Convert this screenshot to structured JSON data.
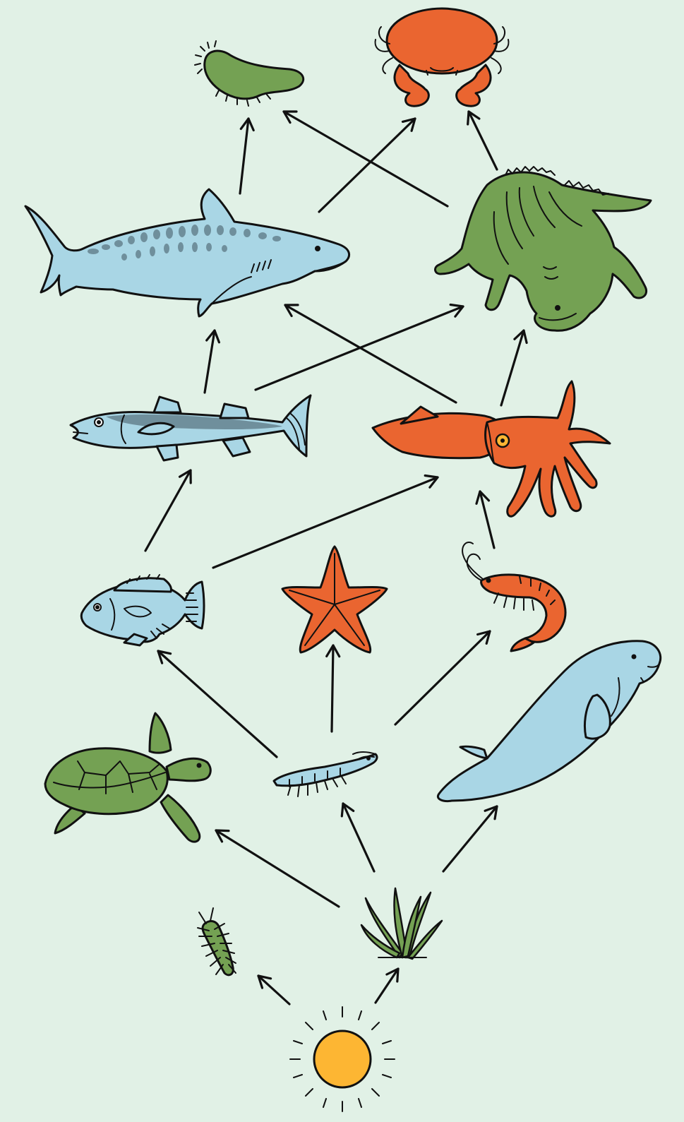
{
  "colors": {
    "background": "#e1f1e6",
    "green": "#74a153",
    "orange": "#ea6530",
    "blue": "#a9d6e5",
    "sun": "#fdb633",
    "ink": "#111111"
  },
  "organisms": [
    {
      "id": "sea-cucumber",
      "icon": "sea-cucumber-icon",
      "color": "green"
    },
    {
      "id": "crab",
      "icon": "crab-icon",
      "color": "orange"
    },
    {
      "id": "shark",
      "icon": "shark-icon",
      "color": "blue"
    },
    {
      "id": "alligator",
      "icon": "alligator-icon",
      "color": "green"
    },
    {
      "id": "barracuda",
      "icon": "barracuda-icon",
      "color": "blue"
    },
    {
      "id": "squid",
      "icon": "squid-icon",
      "color": "orange"
    },
    {
      "id": "small-fish",
      "icon": "small-fish-icon",
      "color": "blue"
    },
    {
      "id": "starfish",
      "icon": "starfish-icon",
      "color": "orange"
    },
    {
      "id": "shrimp",
      "icon": "shrimp-icon",
      "color": "orange"
    },
    {
      "id": "manatee",
      "icon": "manatee-icon",
      "color": "blue"
    },
    {
      "id": "sea-turtle",
      "icon": "sea-turtle-icon",
      "color": "green"
    },
    {
      "id": "krill",
      "icon": "krill-icon",
      "color": "blue"
    },
    {
      "id": "isopod",
      "icon": "isopod-icon",
      "color": "green"
    },
    {
      "id": "seagrass",
      "icon": "seagrass-icon",
      "color": "green"
    },
    {
      "id": "sun",
      "icon": "sun-icon",
      "color": "sun"
    }
  ],
  "links": [
    {
      "from": "sun",
      "to": "isopod"
    },
    {
      "from": "sun",
      "to": "seagrass"
    },
    {
      "from": "seagrass",
      "to": "sea-turtle"
    },
    {
      "from": "seagrass",
      "to": "krill"
    },
    {
      "from": "seagrass",
      "to": "manatee"
    },
    {
      "from": "krill",
      "to": "small-fish"
    },
    {
      "from": "krill",
      "to": "starfish"
    },
    {
      "from": "krill",
      "to": "shrimp"
    },
    {
      "from": "small-fish",
      "to": "barracuda"
    },
    {
      "from": "small-fish",
      "to": "squid"
    },
    {
      "from": "shrimp",
      "to": "squid"
    },
    {
      "from": "barracuda",
      "to": "shark"
    },
    {
      "from": "barracuda",
      "to": "alligator"
    },
    {
      "from": "squid",
      "to": "shark"
    },
    {
      "from": "squid",
      "to": "alligator"
    },
    {
      "from": "shark",
      "to": "sea-cucumber"
    },
    {
      "from": "shark",
      "to": "crab"
    },
    {
      "from": "alligator",
      "to": "sea-cucumber"
    },
    {
      "from": "alligator",
      "to": "crab"
    }
  ]
}
